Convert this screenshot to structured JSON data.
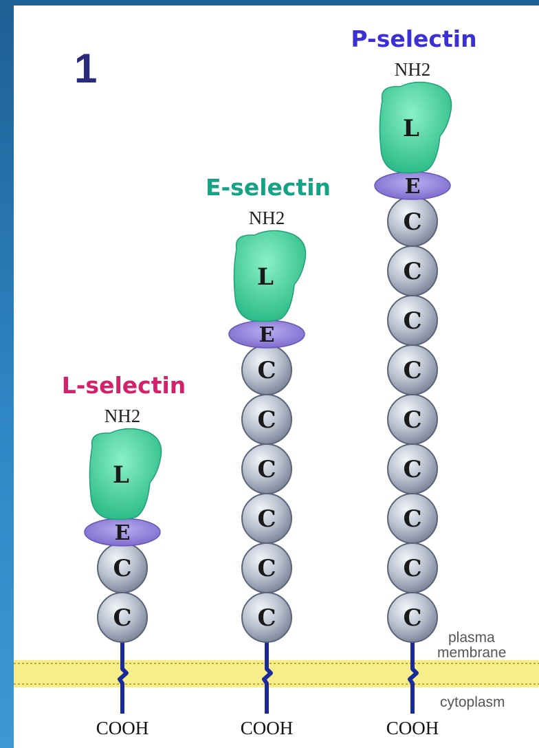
{
  "figure_number": "1",
  "colors": {
    "lectin": "#3ccf9a",
    "egf": "#8e7bd8",
    "crp": "#b7bfcc",
    "membrane": "#f7ee8a",
    "tail": "#1a2a9a",
    "fignum": "#2a2a7a"
  },
  "proteins": [
    {
      "name": "L-selectin",
      "name_color": "#d2226b",
      "n_terminus": "NH2",
      "c_terminus": "COOH",
      "lectin_label": "L",
      "egf_label": "E",
      "crp_label": "C",
      "crp_count": 2
    },
    {
      "name": "E-selectin",
      "name_color": "#16a385",
      "n_terminus": "NH2",
      "c_terminus": "COOH",
      "lectin_label": "L",
      "egf_label": "E",
      "crp_label": "C",
      "crp_count": 6
    },
    {
      "name": "P-selectin",
      "name_color": "#3b2fd6",
      "n_terminus": "NH2",
      "c_terminus": "COOH",
      "lectin_label": "L",
      "egf_label": "E",
      "crp_label": "C",
      "crp_count": 9
    }
  ],
  "membrane_labels": {
    "outside_line1": "plasma",
    "outside_line2": "membrane",
    "inside": "cytoplasm"
  }
}
